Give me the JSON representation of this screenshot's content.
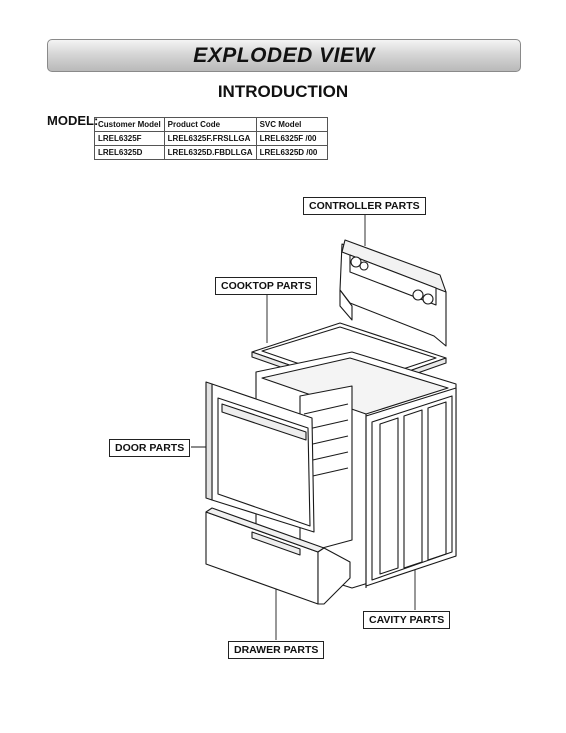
{
  "header": {
    "title": "EXPLODED VIEW",
    "subtitle": "INTRODUCTION"
  },
  "models": {
    "label": "MODEL:",
    "columns": [
      "Customer Model",
      "Product Code",
      "SVC Model"
    ],
    "rows": [
      [
        "LREL6325F",
        "LREL6325F.FRSLLGA",
        "LREL6325F /00"
      ],
      [
        "LREL6325D",
        "LREL6325D.FBDLLGA",
        "LREL6325D /00"
      ]
    ]
  },
  "callouts": {
    "controller": "CONTROLLER PARTS",
    "cooktop": "COOKTOP PARTS",
    "door": "DOOR PARTS",
    "cavity": "CAVITY PARTS",
    "drawer": "DRAWER PARTS"
  }
}
